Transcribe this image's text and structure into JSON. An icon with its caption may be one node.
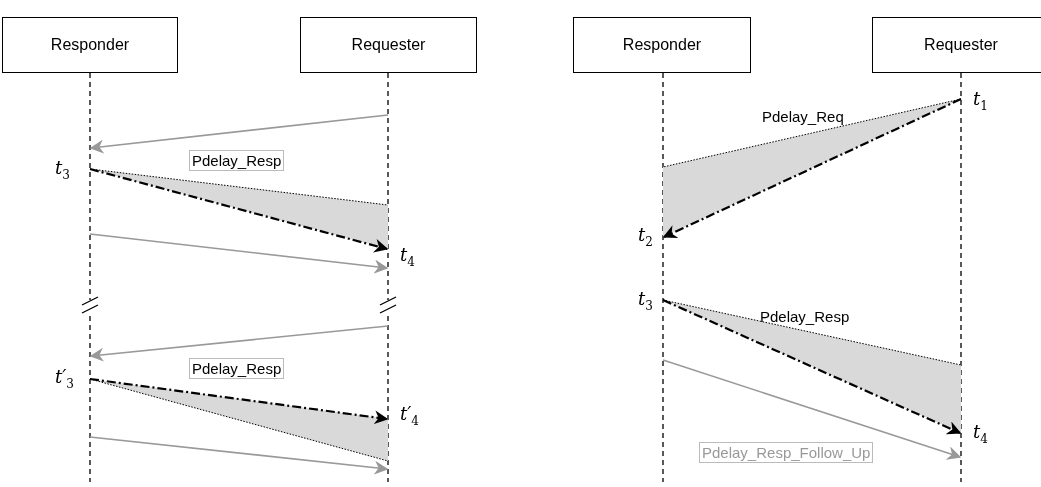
{
  "diagram": {
    "nodes": [
      {
        "text": [
          "Responder"
        ]
      },
      {
        "text": [
          "Requester"
        ]
      },
      {
        "text": [
          "Responder"
        ]
      },
      {
        "text": [
          "Requester"
        ]
      }
    ],
    "edges": [
      {
        "from": 1,
        "to": 0,
        "arrow": "to"
      },
      {
        "from": 0,
        "to": 1,
        "arrow": "to",
        "label": "Pdelay_Resp",
        "style": "dashed",
        "color": "#000000"
      },
      {
        "from": 0,
        "to": 1,
        "arrow": "to"
      },
      {
        "from": 1,
        "to": 0,
        "arrow": "to"
      },
      {
        "from": 0,
        "to": 1,
        "arrow": "to",
        "label": "Pdelay_Resp",
        "style": "dashed",
        "color": "#000000"
      },
      {
        "from": 0,
        "to": 1,
        "arrow": "to"
      },
      {
        "from": 3,
        "to": 2,
        "arrow": "to",
        "label": "Pdelay_Req",
        "style": "dashed",
        "color": "#000000"
      },
      {
        "from": 2,
        "to": 3,
        "arrow": "to",
        "label": "Pdelay_Resp",
        "style": "dashed",
        "color": "#000000"
      },
      {
        "from": 2,
        "to": 3,
        "arrow": "to",
        "label": "Pdelay_Resp_Follow_Up"
      }
    ],
    "labels": [
      "t$_{3}$",
      "t$_{4}$",
      "t′$_{3}$",
      "t′$_{4}$",
      "t$_{1}$",
      "t$_{2}$",
      "t$_{3}$",
      "t$_{4}$"
    ]
  }
}
